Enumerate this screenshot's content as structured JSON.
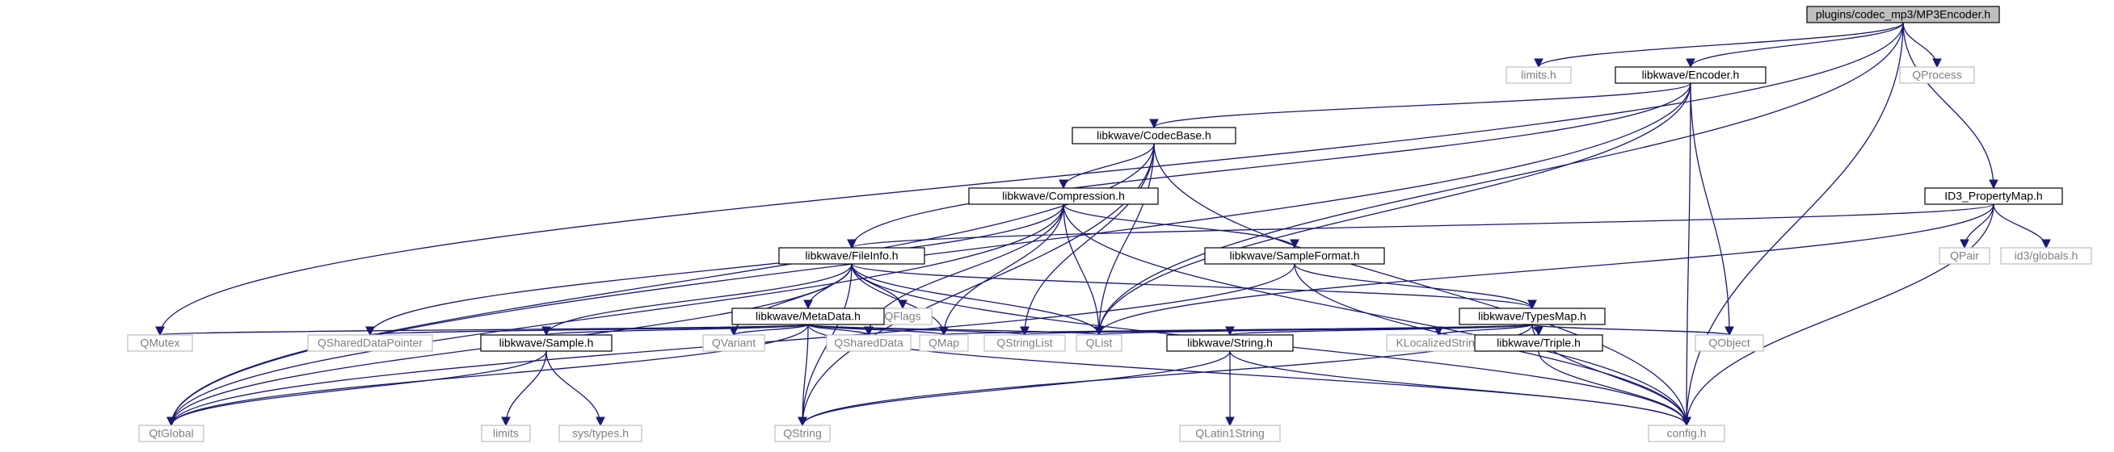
{
  "graph": {
    "root": "plugins/codec_mp3/MP3Encoder.h",
    "colors": {
      "edge": "#191970",
      "root_fill": "#bfbfbf",
      "root_border": "#000000",
      "documented_border": "#000000",
      "external_border": "#bfbfbf",
      "external_text": "#7f7f7f",
      "text": "#000000"
    },
    "nodes": [
      {
        "id": "mp3encoder",
        "label": "plugins/codec_mp3/MP3Encoder.h",
        "kind": "root"
      },
      {
        "id": "limits_h",
        "label": "limits.h",
        "kind": "external"
      },
      {
        "id": "encoder",
        "label": "libkwave/Encoder.h",
        "kind": "documented"
      },
      {
        "id": "qprocess",
        "label": "QProcess",
        "kind": "external"
      },
      {
        "id": "codecbase",
        "label": "libkwave/CodecBase.h",
        "kind": "documented"
      },
      {
        "id": "id3map",
        "label": "ID3_PropertyMap.h",
        "kind": "documented"
      },
      {
        "id": "compression",
        "label": "libkwave/Compression.h",
        "kind": "documented"
      },
      {
        "id": "qpair",
        "label": "QPair",
        "kind": "external"
      },
      {
        "id": "id3globals",
        "label": "id3/globals.h",
        "kind": "external"
      },
      {
        "id": "fileinfo",
        "label": "libkwave/FileInfo.h",
        "kind": "documented"
      },
      {
        "id": "sampleformat",
        "label": "libkwave/SampleFormat.h",
        "kind": "documented"
      },
      {
        "id": "qflags",
        "label": "QFlags",
        "kind": "external"
      },
      {
        "id": "metadata",
        "label": "libkwave/MetaData.h",
        "kind": "documented"
      },
      {
        "id": "typesmap",
        "label": "libkwave/TypesMap.h",
        "kind": "documented"
      },
      {
        "id": "qmutex",
        "label": "QMutex",
        "kind": "external"
      },
      {
        "id": "qshareddatapointer",
        "label": "QSharedDataPointer",
        "kind": "external"
      },
      {
        "id": "sample",
        "label": "libkwave/Sample.h",
        "kind": "documented"
      },
      {
        "id": "qvariant",
        "label": "QVariant",
        "kind": "external"
      },
      {
        "id": "qshareddata",
        "label": "QSharedData",
        "kind": "external"
      },
      {
        "id": "qmap",
        "label": "QMap",
        "kind": "external"
      },
      {
        "id": "qstringlist",
        "label": "QStringList",
        "kind": "external"
      },
      {
        "id": "qlist",
        "label": "QList",
        "kind": "external"
      },
      {
        "id": "klocalizedstring",
        "label": "KLocalizedString",
        "kind": "external"
      },
      {
        "id": "triple",
        "label": "libkwave/Triple.h",
        "kind": "documented"
      },
      {
        "id": "qobject",
        "label": "QObject",
        "kind": "external"
      },
      {
        "id": "string",
        "label": "libkwave/String.h",
        "kind": "documented"
      },
      {
        "id": "qtglobal",
        "label": "QtGlobal",
        "kind": "external"
      },
      {
        "id": "limits",
        "label": "limits",
        "kind": "external"
      },
      {
        "id": "systypes",
        "label": "sys/types.h",
        "kind": "external"
      },
      {
        "id": "qstring",
        "label": "QString",
        "kind": "external"
      },
      {
        "id": "qlatin1string",
        "label": "QLatin1String",
        "kind": "external"
      },
      {
        "id": "config",
        "label": "config.h",
        "kind": "external"
      }
    ],
    "edges": [
      {
        "from": "mp3encoder",
        "to": "limits_h"
      },
      {
        "from": "mp3encoder",
        "to": "encoder"
      },
      {
        "from": "mp3encoder",
        "to": "qprocess"
      },
      {
        "from": "mp3encoder",
        "to": "id3map"
      },
      {
        "from": "mp3encoder",
        "to": "qmutex"
      },
      {
        "from": "mp3encoder",
        "to": "qlist"
      },
      {
        "from": "mp3encoder",
        "to": "config"
      },
      {
        "from": "encoder",
        "to": "codecbase"
      },
      {
        "from": "encoder",
        "to": "fileinfo"
      },
      {
        "from": "encoder",
        "to": "qtglobal"
      },
      {
        "from": "encoder",
        "to": "qlist"
      },
      {
        "from": "encoder",
        "to": "qobject"
      },
      {
        "from": "encoder",
        "to": "config"
      },
      {
        "from": "codecbase",
        "to": "compression"
      },
      {
        "from": "codecbase",
        "to": "qtglobal"
      },
      {
        "from": "codecbase",
        "to": "qstring"
      },
      {
        "from": "codecbase",
        "to": "qstringlist"
      },
      {
        "from": "codecbase",
        "to": "qlist"
      },
      {
        "from": "codecbase",
        "to": "config"
      },
      {
        "from": "compression",
        "to": "sampleformat"
      },
      {
        "from": "compression",
        "to": "qshareddatapointer"
      },
      {
        "from": "compression",
        "to": "qshareddata"
      },
      {
        "from": "compression",
        "to": "qmap"
      },
      {
        "from": "compression",
        "to": "qlist"
      },
      {
        "from": "compression",
        "to": "qtglobal"
      },
      {
        "from": "compression",
        "to": "config"
      },
      {
        "from": "id3map",
        "to": "fileinfo"
      },
      {
        "from": "id3map",
        "to": "qpair"
      },
      {
        "from": "id3map",
        "to": "id3globals"
      },
      {
        "from": "id3map",
        "to": "qlist"
      },
      {
        "from": "id3map",
        "to": "config"
      },
      {
        "from": "fileinfo",
        "to": "metadata"
      },
      {
        "from": "fileinfo",
        "to": "qflags"
      },
      {
        "from": "fileinfo",
        "to": "qmap"
      },
      {
        "from": "fileinfo",
        "to": "qlist"
      },
      {
        "from": "fileinfo",
        "to": "qvariant"
      },
      {
        "from": "fileinfo",
        "to": "qstring"
      },
      {
        "from": "fileinfo",
        "to": "sample"
      },
      {
        "from": "fileinfo",
        "to": "typesmap"
      },
      {
        "from": "fileinfo",
        "to": "qtglobal"
      },
      {
        "from": "fileinfo",
        "to": "config"
      },
      {
        "from": "sampleformat",
        "to": "typesmap"
      },
      {
        "from": "sampleformat",
        "to": "config"
      },
      {
        "from": "sampleformat",
        "to": "qtglobal"
      },
      {
        "from": "metadata",
        "to": "qmutex"
      },
      {
        "from": "metadata",
        "to": "qshareddatapointer"
      },
      {
        "from": "metadata",
        "to": "sample"
      },
      {
        "from": "metadata",
        "to": "qtglobal"
      },
      {
        "from": "metadata",
        "to": "qvariant"
      },
      {
        "from": "metadata",
        "to": "qstring"
      },
      {
        "from": "metadata",
        "to": "qshareddata"
      },
      {
        "from": "metadata",
        "to": "qmap"
      },
      {
        "from": "metadata",
        "to": "qstringlist"
      },
      {
        "from": "metadata",
        "to": "qlist"
      },
      {
        "from": "metadata",
        "to": "config"
      },
      {
        "from": "typesmap",
        "to": "qmap"
      },
      {
        "from": "typesmap",
        "to": "qstringlist"
      },
      {
        "from": "typesmap",
        "to": "qlist"
      },
      {
        "from": "typesmap",
        "to": "qstring"
      },
      {
        "from": "typesmap",
        "to": "string"
      },
      {
        "from": "typesmap",
        "to": "klocalizedstring"
      },
      {
        "from": "typesmap",
        "to": "triple"
      },
      {
        "from": "typesmap",
        "to": "qobject"
      },
      {
        "from": "typesmap",
        "to": "config"
      },
      {
        "from": "sample",
        "to": "qtglobal"
      },
      {
        "from": "sample",
        "to": "limits"
      },
      {
        "from": "sample",
        "to": "systypes"
      },
      {
        "from": "string",
        "to": "qstring"
      },
      {
        "from": "string",
        "to": "qlatin1string"
      },
      {
        "from": "string",
        "to": "config"
      },
      {
        "from": "triple",
        "to": "config"
      }
    ]
  }
}
